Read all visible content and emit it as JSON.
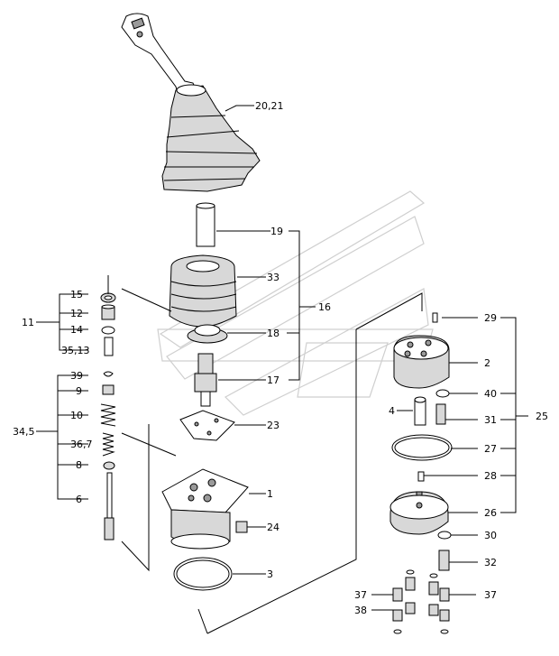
{
  "diagram": {
    "labels": {
      "l20_21": "20,21",
      "l19": "19",
      "l33": "33",
      "l16": "16",
      "l18": "18",
      "l17": "17",
      "l23": "23",
      "l1": "1",
      "l24": "24",
      "l3": "3",
      "l15": "15",
      "l12": "12",
      "l11": "11",
      "l14": "14",
      "l35_13": "35,13",
      "l39": "39",
      "l9": "9",
      "l10": "10",
      "l34_5": "34,5",
      "l36_7": "36,7",
      "l8": "8",
      "l6": "6",
      "l29": "29",
      "l2": "2",
      "l40": "40",
      "l25": "25",
      "l4": "4",
      "l31": "31",
      "l27": "27",
      "l28": "28",
      "l26": "26",
      "l30": "30",
      "l32": "32",
      "l37a": "37",
      "l37b": "37",
      "l38": "38"
    }
  }
}
